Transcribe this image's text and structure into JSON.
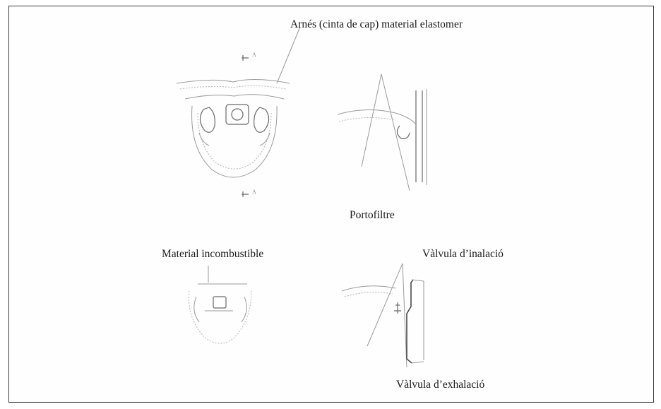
{
  "labels": {
    "harness": "Arnés (cinta de cap) material elastomer",
    "filter_holder": "Portofiltre",
    "incombustible": "Material incombustible",
    "inhalation_valve": "Vàlvula d’inalació",
    "exhalation_valve": "Vàlvula d’exhalació",
    "section_mark_top": "A",
    "section_mark_bottom": "A"
  },
  "colors": {
    "line": "#9a9a9a",
    "text": "#1a1a1a",
    "border": "#3a3a3a"
  }
}
